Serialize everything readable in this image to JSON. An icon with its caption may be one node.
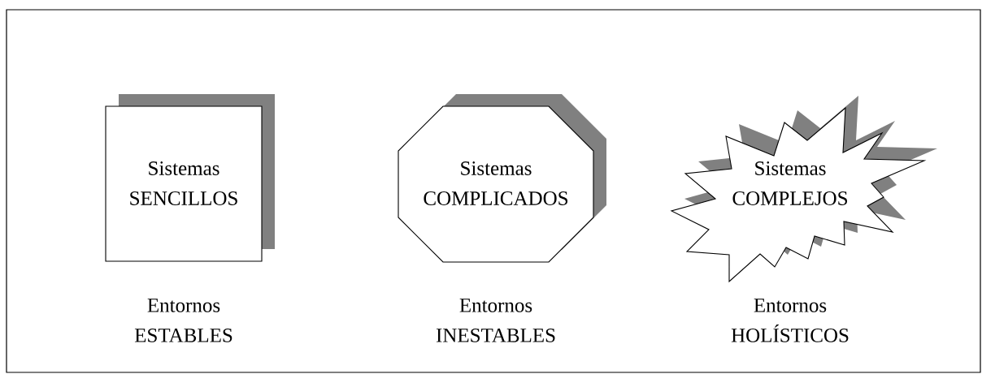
{
  "diagram": {
    "nodes": [
      {
        "text": [
          "Sistemas SENCILLOS"
        ],
        "beside": [
          "Entornos ESTABLES"
        ]
      },
      {
        "text": [
          "Sistemas COMPLICADOS"
        ],
        "beside": [
          "Entornos INESTABLES"
        ]
      },
      {
        "text": [
          "Sistemas COMPLEJOS"
        ],
        "beside": [
          "Entornos HOLÍSTICOS"
        ]
      }
    ]
  }
}
